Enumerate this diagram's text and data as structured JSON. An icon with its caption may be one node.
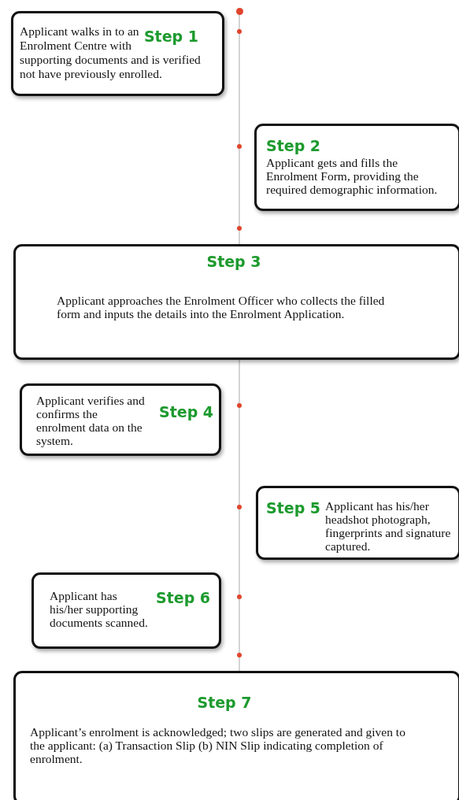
{
  "diagram": {
    "nodes": [
      {
        "text": [
          "Step 1",
          "Applicant walks in to an Enrolment Centre with supporting documents and is verified not have previously enrolled."
        ]
      },
      {
        "text": [
          "Step 2",
          "Applicant gets and fills the Enrolment Form, providing the required demographic information."
        ]
      },
      {
        "text": [
          "Step 3",
          "Applicant approaches the Enrolment Officer who collects the filled form and inputs the details into the Enrolment Application."
        ]
      },
      {
        "text": [
          "Applicant verifies and confirms the enrolment data on the system.",
          "Step 4"
        ]
      },
      {
        "text": [
          "Step 5",
          "Applicant has his/her headshot photograph, fingerprints and signature captured."
        ]
      },
      {
        "text": [
          "Applicant has his/her supporting documents scanned.",
          "Step 6"
        ]
      },
      {
        "text": [
          "Step 7",
          "Applicant’s enrolment is acknowledged; two slips are generated and given to the applicant: (a) Transaction Slip (b) NIN Slip indicating completion of enrolment."
        ]
      }
    ]
  }
}
